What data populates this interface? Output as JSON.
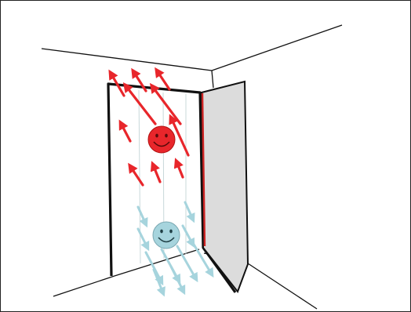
{
  "diagram": {
    "subject": "doorway-air-exchange",
    "warm_air": {
      "face": "smiley-face-icon",
      "color": "#e8262b",
      "flow": "up-and-out"
    },
    "cold_air": {
      "face": "smiley-face-icon",
      "color": "#a6d4dd",
      "flow": "down-and-out"
    },
    "door": {
      "fill": "#dcdcdc",
      "edge_color": "#cc2222"
    },
    "line_color": "#111111"
  }
}
